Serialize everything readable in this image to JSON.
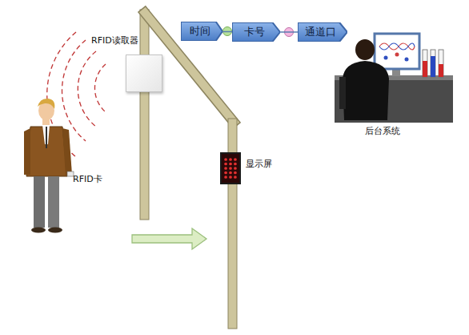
{
  "diagram": {
    "nodes": [
      {
        "text": [
          "时间"
        ]
      },
      {
        "text": [
          "卡号"
        ]
      },
      {
        "text": [
          "通道口"
        ]
      },
      {
        "text": [
          "RFID读取器"
        ]
      },
      {
        "text": [
          "显示屏"
        ]
      },
      {
        "text": [
          "后台系统"
        ]
      }
    ],
    "edges": [
      {
        "from": 0,
        "to": 1,
        "arrow": "none"
      },
      {
        "from": 1,
        "to": 2,
        "arrow": "none"
      }
    ],
    "labels": [
      "RFID卡"
    ]
  }
}
